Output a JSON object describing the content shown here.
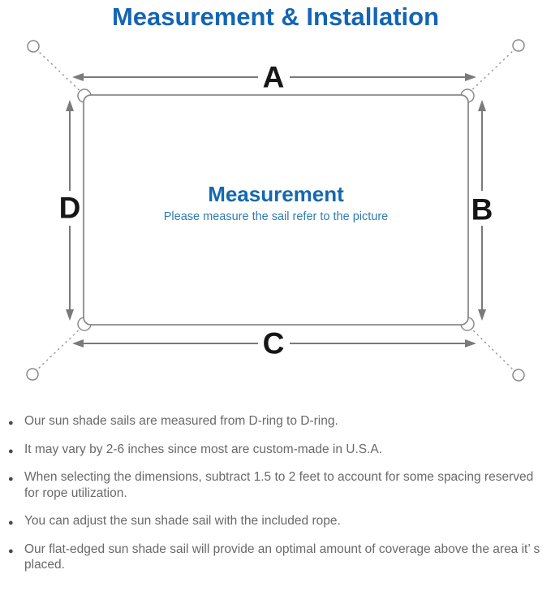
{
  "title": "Measurement & Installation",
  "colors": {
    "title_blue": "#1365b4",
    "heading_blue": "#1568ad",
    "subtitle_blue": "#2e7cb4",
    "outline_gray": "#8a8a8a",
    "arrow_gray": "#7a7a7a",
    "label_black": "#161616",
    "note_text_gray": "#696969"
  },
  "diagram": {
    "labels": {
      "top": "A",
      "right": "B",
      "bottom": "C",
      "left": "D"
    },
    "heading": "Measurement",
    "subtitle": "Please measure the sail refer to the picture"
  },
  "notes": {
    "bullet_glyph": "●",
    "items": [
      "Our sun shade sails are measured from D-ring to D-ring.",
      "It may vary by 2-6 inches since most are custom-made in U.S.A.",
      "When selecting the dimensions, subtract 1.5 to 2 feet to account for some spacing reserved for rope utilization.",
      "You can adjust the sun shade sail with the included rope.",
      "Our flat-edged sun shade sail will provide an optimal amount of coverage above the area it’ s placed."
    ]
  }
}
